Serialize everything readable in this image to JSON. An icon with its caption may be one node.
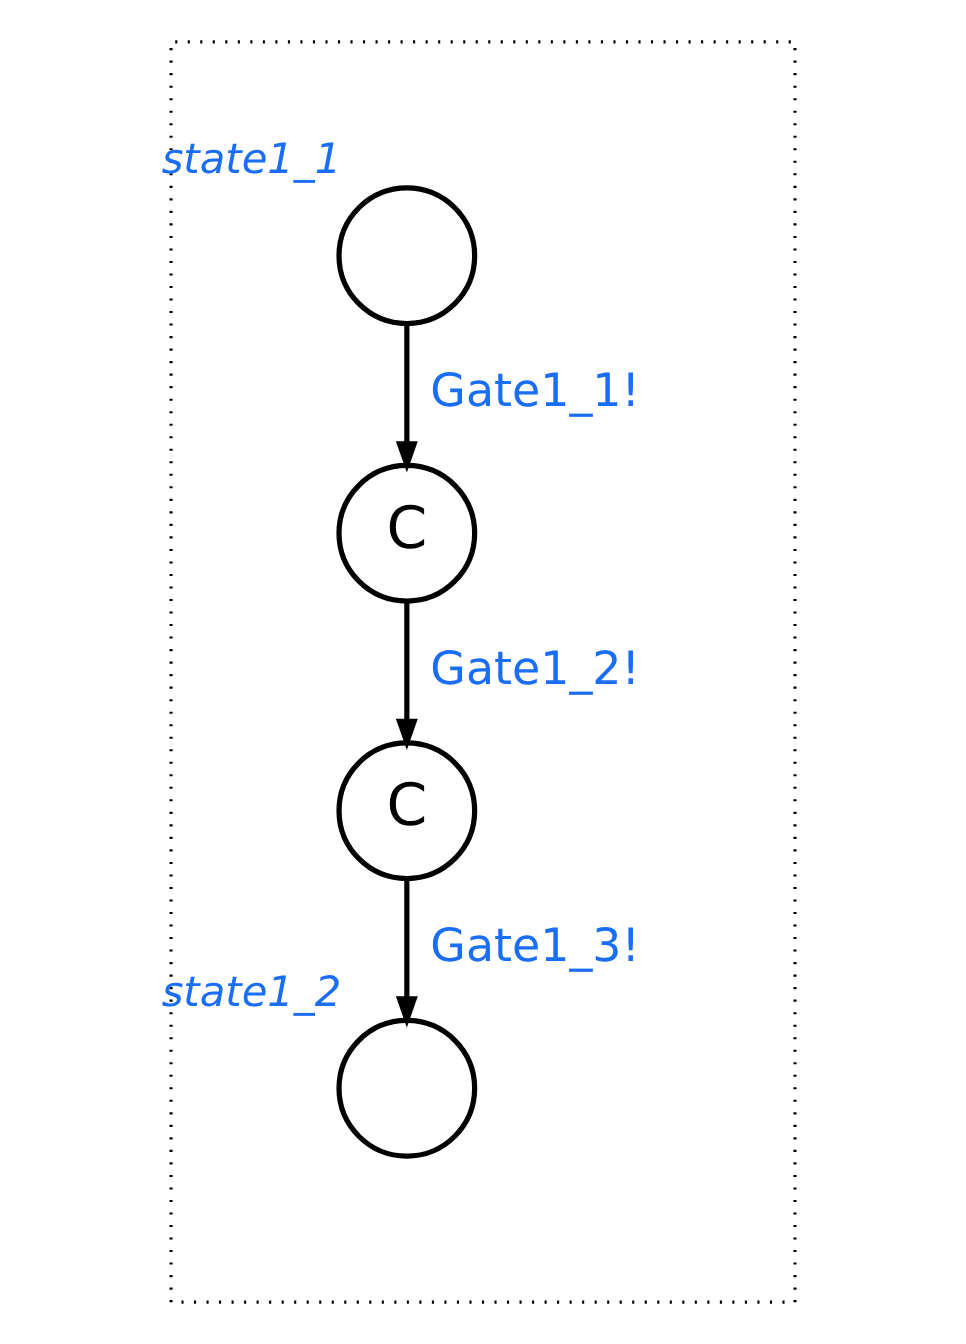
{
  "diagram": {
    "nodes": [
      {
        "text": [],
        "shape": "box"
      },
      {
        "text": [],
        "shape": "circle",
        "beside": [
          "state1_1"
        ],
        "in": 0
      },
      {
        "text": [
          "C"
        ],
        "in": 0
      },
      {
        "text": [
          "C"
        ],
        "in": 0
      },
      {
        "text": [],
        "shape": "circle",
        "beside": [
          "state1_2"
        ],
        "in": 0
      }
    ],
    "edges": [
      {
        "from": 1,
        "to": 2,
        "arrow": "to",
        "label": "Gate1_1!"
      },
      {
        "from": 2,
        "to": 3,
        "arrow": "to",
        "label": "Gate1_2!"
      },
      {
        "from": 3,
        "to": 4,
        "arrow": "to",
        "label": "Gate1_3!"
      }
    ]
  }
}
